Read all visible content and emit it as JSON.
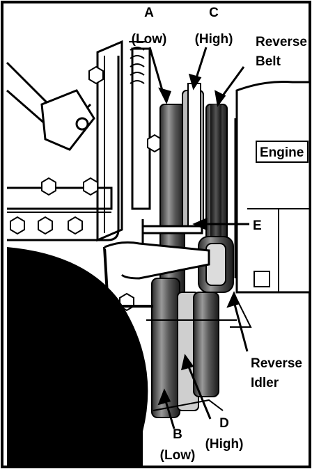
{
  "diagram": {
    "labels": {
      "a_letter": "A",
      "a_sub": "(Low)",
      "c_letter": "C",
      "c_sub": "(High)",
      "reverse_belt_1": "Reverse",
      "reverse_belt_2": "Belt",
      "engine": "Engine",
      "e_letter": "E",
      "reverse_idler_1": "Reverse",
      "reverse_idler_2": "Idler",
      "d_letter": "D",
      "d_sub": "(High)",
      "b_letter": "B",
      "b_sub": "(Low)"
    },
    "colors": {
      "ink": "#000000",
      "paper": "#ffffff",
      "pulley_gray": "#8a8a8a",
      "dark_gray": "#4a4a4a"
    }
  }
}
